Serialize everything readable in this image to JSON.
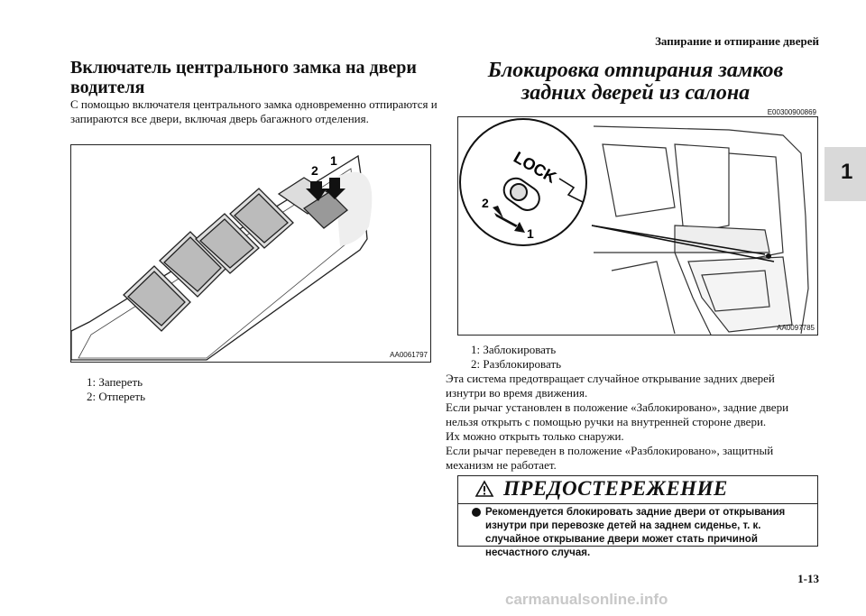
{
  "header": {
    "running_title": "Запирание и отпирание дверей",
    "chapter_tab": "1"
  },
  "left": {
    "heading": "Включатель центрального замка на двери водителя",
    "paragraph": "С помощью включателя центрального замка одновременно отпираются и запираются все двери, включая дверь багажного отделения.",
    "figure": {
      "code": "AA0061797",
      "callout_1": "1",
      "callout_2": "2"
    },
    "legend": [
      "1:  Запереть",
      "2:  Отпереть"
    ]
  },
  "right": {
    "heading": "Блокировка отпирания замков задних дверей из салона",
    "doc_code": "E00300900869",
    "figure": {
      "code": "AA0097785",
      "lock_text": "LOCK",
      "callout_1": "1",
      "callout_2": "2"
    },
    "legend": [
      "1:  Заблокировать",
      "2:  Разблокировать"
    ],
    "paragraph_lines": [
      "Эта система предотвращает случайное открывание задних дверей",
      "изнутри во время движения.",
      "Если рычаг установлен в положение «Заблокировано», задние двери",
      "нельзя открыть с помощью ручки на внутренней стороне двери.",
      "Их можно открыть только снаружи.",
      "Если рычаг переведен в положение «Разблокировано», защитный",
      "механизм не работает."
    ],
    "warning": {
      "title": "ПРЕДОСТЕРЕЖЕНИЕ",
      "text": "Рекомендуется блокировать задние двери от открывания изнутри при перевозке детей на заднем сиденье, т. к. случайное открывание двери может стать причиной несчастного случая."
    }
  },
  "footer": {
    "page_number": "1-13",
    "watermark": "carmanualsonline.info"
  }
}
